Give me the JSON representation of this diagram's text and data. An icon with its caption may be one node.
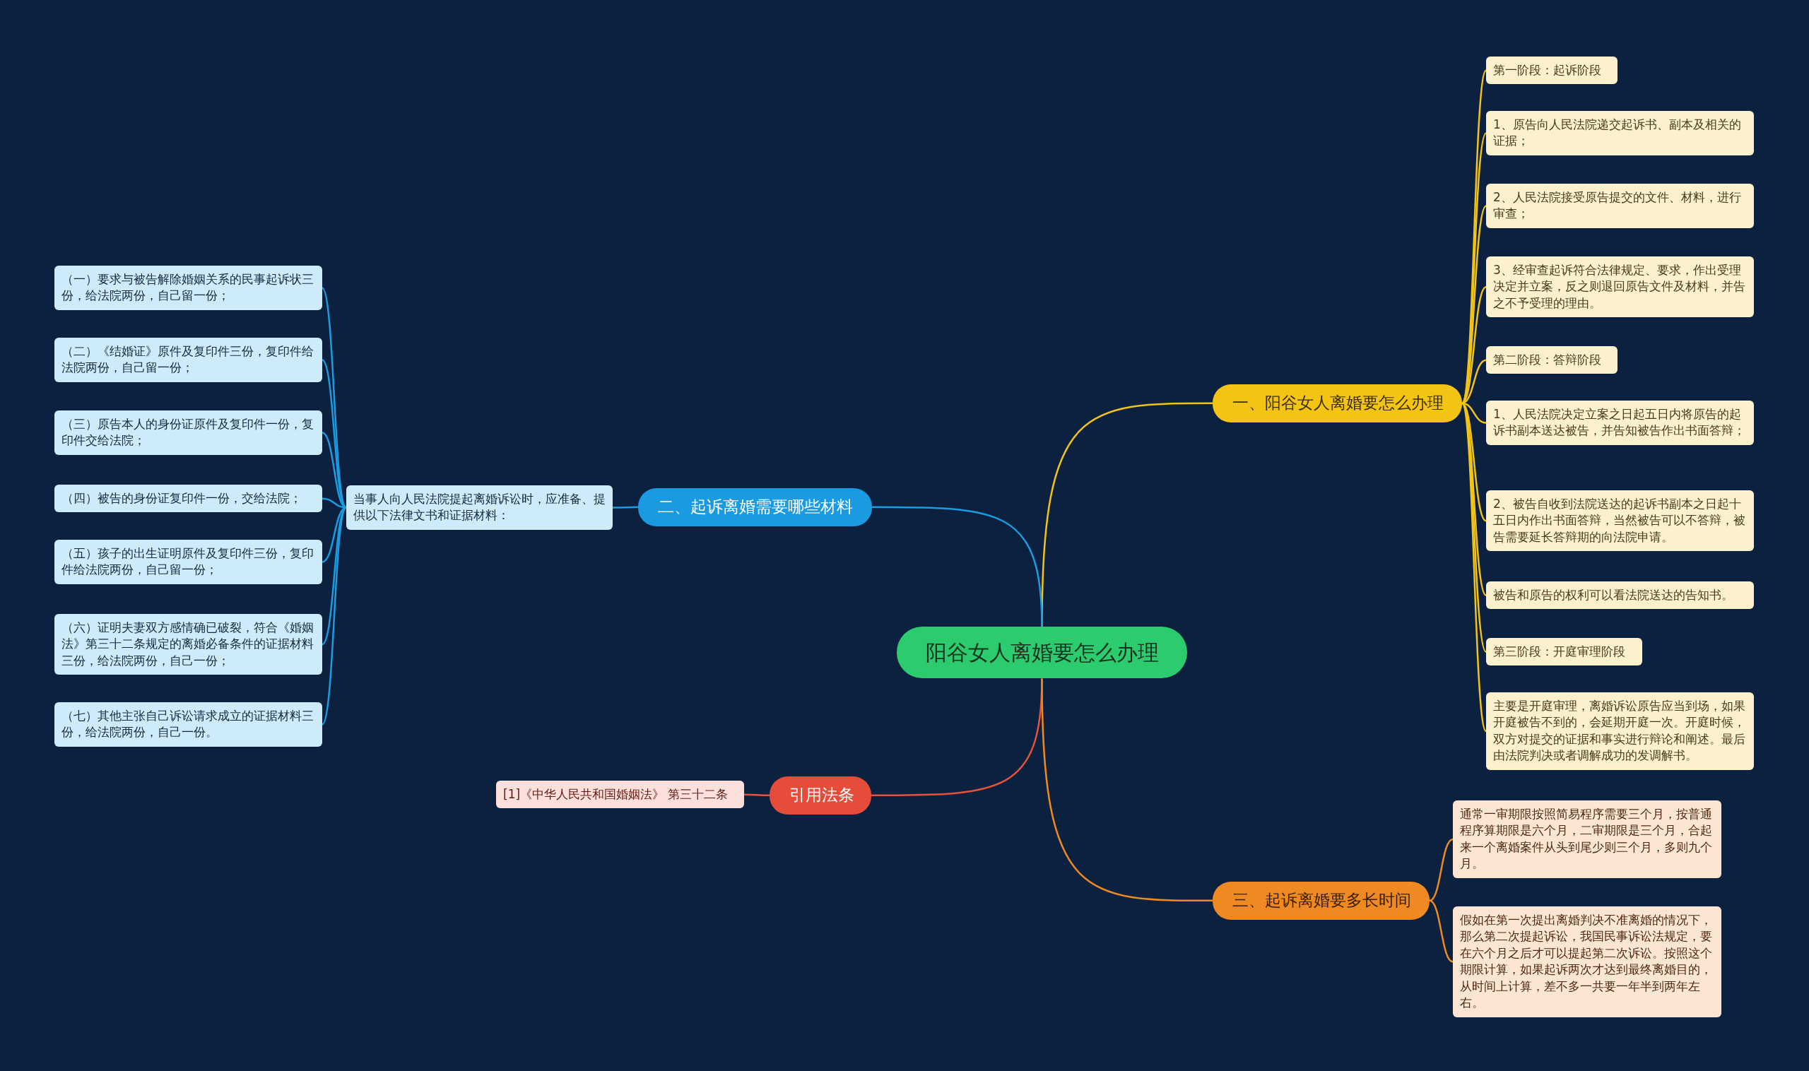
{
  "diagram": {
    "nodes": [
      {
        "text": [
          "阳谷女人离婚要怎么办理"
        ]
      },
      {
        "text": [
          "一、阳谷女人离婚要怎么办理"
        ]
      },
      {
        "text": [
          "第一阶段：起诉阶段"
        ]
      },
      {
        "text": [
          "1、原告向人民法院递交起诉书、副本及相关的证据；"
        ]
      },
      {
        "text": [
          "2、人民法院接受原告提交的文件、材料，进行审查；"
        ]
      },
      {
        "text": [
          "3、经审查起诉符合法律规定、要求，作出受理决定并立案，反之则退回原告文件及材料，并告之不予受理的理由。"
        ]
      },
      {
        "text": [
          "第二阶段：答辩阶段"
        ]
      },
      {
        "text": [
          "1、人民法院决定立案之日起五日内将原告的起诉书副本送达被告，并告知被告作出书面答辩；"
        ]
      },
      {
        "text": [
          "2、被告自收到法院送达的起诉书副本之日起十五日内作出书面答辩，当然被告可以不答辩，被告需要延长答辩期的向法院申请。"
        ]
      },
      {
        "text": [
          "被告和原告的权利可以看法院送达的告知书。"
        ]
      },
      {
        "text": [
          "第三阶段：开庭审理阶段"
        ]
      },
      {
        "text": [
          "主要是开庭审理，离婚诉讼原告应当到场，如果开庭被告不到的，会延期开庭一次。开庭时候，双方对提交的证据和事实进行辩论和阐述。最后由法院判决或者调解成功的发调解书。"
        ]
      },
      {
        "text": [
          "二、起诉离婚需要哪些材料"
        ]
      },
      {
        "text": [
          "当事人向人民法院提起离婚诉讼时，应准备、提供以下法律文书和证据材料："
        ]
      },
      {
        "text": [
          "（一）要求与被告解除婚姻关系的民事起诉状三份，给法院两份，自己留一份；"
        ]
      },
      {
        "text": [
          "（二）《结婚证》原件及复印件三份，复印件给法院两份，自己留一份；"
        ]
      },
      {
        "text": [
          "（三）原告本人的身份证原件及复印件一份，复印件交给法院；"
        ]
      },
      {
        "text": [
          "（四）被告的身份证复印件一份，交给法院；"
        ]
      },
      {
        "text": [
          "（五）孩子的出生证明原件及复印件三份，复印件给法院两份，自己留一份；"
        ]
      },
      {
        "text": [
          "（六）证明夫妻双方感情确已破裂，符合《婚姻法》第三十二条规定的离婚必备条件的证据材料三份，给法院两份，自己一份；"
        ]
      },
      {
        "text": [
          "（七）其他主张自己诉讼请求成立的证据材料三份，给法院两份，自己一份。"
        ]
      },
      {
        "text": [
          "引用法条"
        ]
      },
      {
        "text": [
          "[1]《中华人民共和国婚姻法》 第三十二条"
        ]
      },
      {
        "text": [
          "三、起诉离婚要多长时间"
        ]
      },
      {
        "text": [
          "通常一审期限按照简易程序需要三个月，按普通程序算期限是六个月，二审期限是三个月，合起来一个离婚案件从头到尾少则三个月，多则九个月。"
        ]
      },
      {
        "text": [
          "假如在第一次提出离婚判决不准离婚的情况下，那么第二次提起诉讼，我国民事诉讼法规定，要在六个月之后才可以提起第二次诉讼。按照这个期限计算，如果起诉两次才达到最终离婚目的，从时间上计算，差不多一共要一年半到两年左右。"
        ]
      }
    ],
    "edges": [
      {
        "from": 0,
        "to": 1,
        "arrow": "none",
        "color": "#f2c318"
      },
      {
        "from": 1,
        "to": 2,
        "arrow": "none",
        "color": "#f2c318"
      },
      {
        "from": 1,
        "to": 3,
        "arrow": "none",
        "color": "#f2c318"
      },
      {
        "from": 1,
        "to": 4,
        "arrow": "none",
        "color": "#f2c318"
      },
      {
        "from": 1,
        "to": 5,
        "arrow": "none",
        "color": "#f2c318"
      },
      {
        "from": 1,
        "to": 6,
        "arrow": "none",
        "color": "#f2c318"
      },
      {
        "from": 1,
        "to": 7,
        "arrow": "none",
        "color": "#f2c318"
      },
      {
        "from": 1,
        "to": 8,
        "arrow": "none",
        "color": "#f2c318"
      },
      {
        "from": 1,
        "to": 9,
        "arrow": "none",
        "color": "#f2c318"
      },
      {
        "from": 1,
        "to": 10,
        "arrow": "none",
        "color": "#f2c318"
      },
      {
        "from": 1,
        "to": 11,
        "arrow": "none",
        "color": "#f2c318"
      },
      {
        "from": 0,
        "to": 12,
        "arrow": "none",
        "color": "#1b9be0"
      },
      {
        "from": 12,
        "to": 13,
        "arrow": "none",
        "color": "#1b9be0"
      },
      {
        "from": 13,
        "to": 14,
        "arrow": "none",
        "color": "#1b9be0"
      },
      {
        "from": 13,
        "to": 15,
        "arrow": "none",
        "color": "#1b9be0"
      },
      {
        "from": 13,
        "to": 16,
        "arrow": "none",
        "color": "#1b9be0"
      },
      {
        "from": 13,
        "to": 17,
        "arrow": "none",
        "color": "#1b9be0"
      },
      {
        "from": 13,
        "to": 18,
        "arrow": "none",
        "color": "#1b9be0"
      },
      {
        "from": 13,
        "to": 19,
        "arrow": "none",
        "color": "#1b9be0"
      },
      {
        "from": 13,
        "to": 20,
        "arrow": "none",
        "color": "#1b9be0"
      },
      {
        "from": 0,
        "to": 21,
        "arrow": "none",
        "color": "#e5533d"
      },
      {
        "from": 21,
        "to": 22,
        "arrow": "none",
        "color": "#e5533d"
      },
      {
        "from": 0,
        "to": 23,
        "arrow": "none",
        "color": "#ef8a22"
      },
      {
        "from": 23,
        "to": 24,
        "arrow": "none",
        "color": "#ef8a22"
      },
      {
        "from": 23,
        "to": 25,
        "arrow": "none",
        "color": "#ef8a22"
      }
    ]
  }
}
